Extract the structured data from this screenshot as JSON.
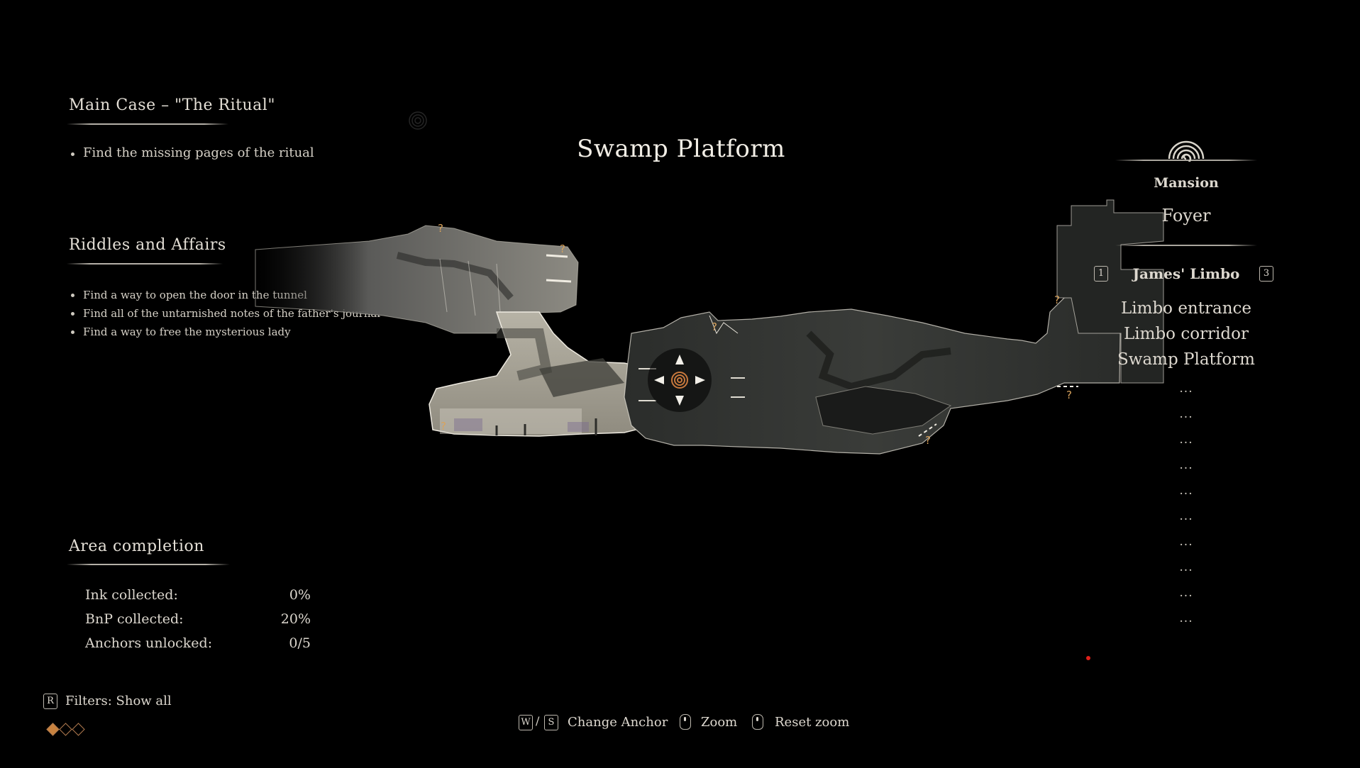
{
  "main_case": {
    "title": "Main Case – \"The Ritual\"",
    "objectives": [
      "Find the missing pages of the ritual"
    ]
  },
  "riddles": {
    "title": "Riddles and Affairs",
    "objectives": [
      "Find a way to open the door in the tunnel",
      "Find all of the untarnished notes of the father's journal",
      "Find a way to free the mysterious lady"
    ]
  },
  "completion": {
    "title": "Area completion",
    "rows": [
      {
        "label": "Ink collected:",
        "value": "0%"
      },
      {
        "label": "BnP collected:",
        "value": "20%"
      },
      {
        "label": "Anchors unlocked:",
        "value": "0/5"
      }
    ]
  },
  "map": {
    "area_title": "Swamp Platform",
    "unknown_marker": "?"
  },
  "locations": {
    "group1": "Mansion",
    "group1_items": [
      "Foyer"
    ],
    "group2": "James' Limbo",
    "prev_key": "1",
    "next_key": "3",
    "group2_items": [
      "Limbo entrance",
      "Limbo corridor",
      "Swamp Platform"
    ],
    "locked_items": [
      "...",
      "...",
      "...",
      "...",
      "...",
      "...",
      "...",
      "...",
      "...",
      "..."
    ]
  },
  "controls": {
    "filter_key": "R",
    "filter_label": "Filters: Show all",
    "anchor_key_up": "W",
    "anchor_sep": "/",
    "anchor_key_down": "S",
    "anchor_label": "Change Anchor",
    "zoom_label": "Zoom",
    "reset_zoom_label": "Reset zoom"
  },
  "colors": {
    "background": "#000000",
    "text": "#ddd8cf",
    "marker": "#d9a35c",
    "player": "#c8793d",
    "dot": "#e0201a"
  }
}
